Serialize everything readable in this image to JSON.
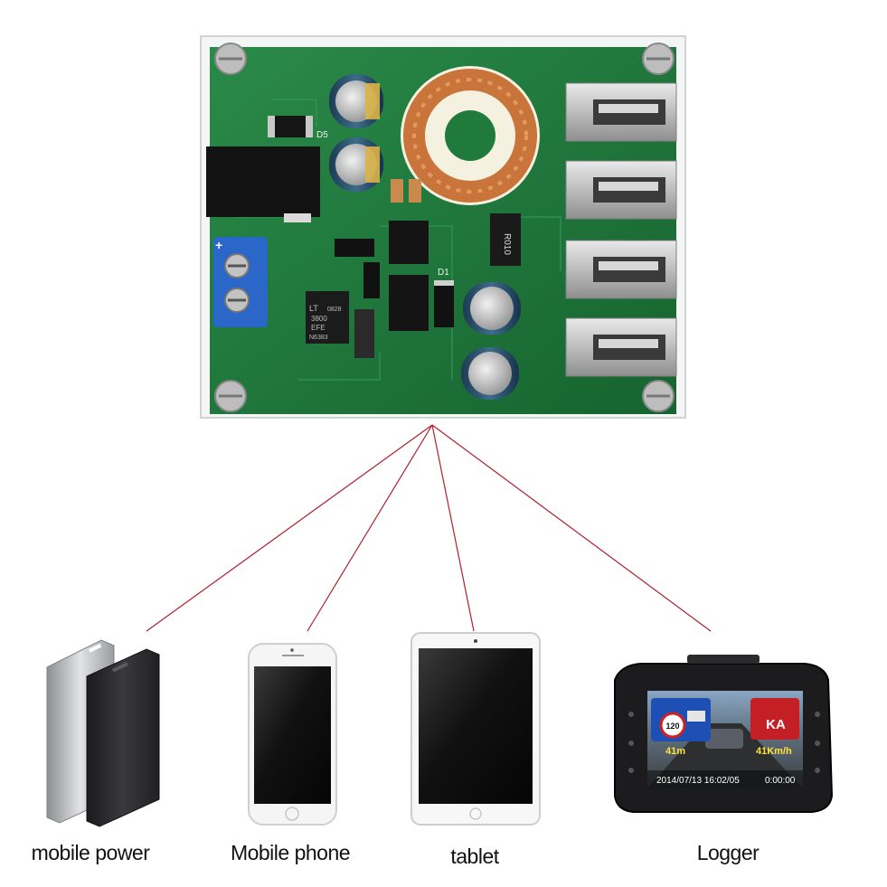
{
  "board": {
    "labels": {
      "d5": "D5",
      "d1": "D1",
      "resistor": "R010",
      "chip_line1": "LT",
      "chip_line2": "3800",
      "chip_line3": "EFE",
      "chip_line4": "N6383",
      "chip_code": "0828",
      "terminal_plus": "+"
    },
    "usb_port_count": 4
  },
  "devices": [
    {
      "caption": "mobile power"
    },
    {
      "caption": "Mobile phone"
    },
    {
      "caption": "tablet"
    },
    {
      "caption": "Logger"
    }
  ],
  "logger_screen": {
    "speed_limit": "120",
    "distance": "41m",
    "alert": "KA",
    "speed": "41Km/h",
    "timestamp": "2014/07/13 16:02/05",
    "timer": "0:00:00"
  },
  "colors": {
    "pcb_green": "#1f7a3c",
    "connector_lines": "#b0202a",
    "copper": "#c8743a",
    "terminal_blue": "#2a67c8"
  },
  "icons": [
    "screw-icon",
    "capacitor-icon",
    "inductor-coil-icon",
    "usb-port-icon",
    "dc-jack-icon",
    "terminal-block-icon",
    "speed-camera-icon",
    "radar-icon"
  ]
}
